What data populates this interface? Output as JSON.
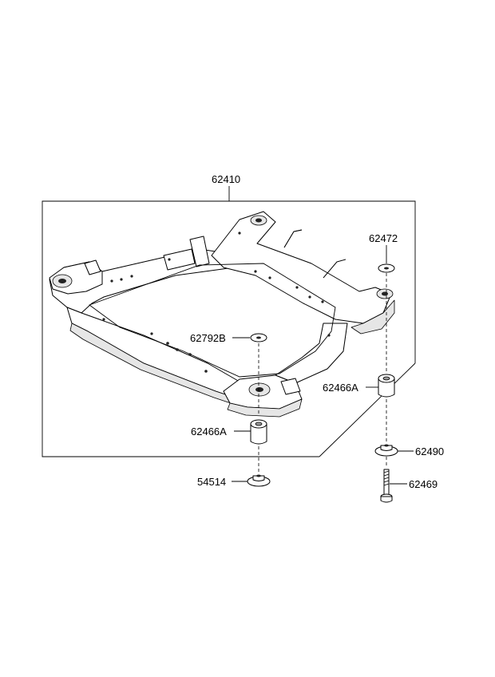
{
  "labels": {
    "assembly": "62410",
    "washer_top": "62472",
    "washer_mid": "62792B",
    "bushing_right": "62466A",
    "bushing_left": "62466A",
    "stopper_right": "62490",
    "bolt": "62469",
    "stopper_left": "54514"
  }
}
